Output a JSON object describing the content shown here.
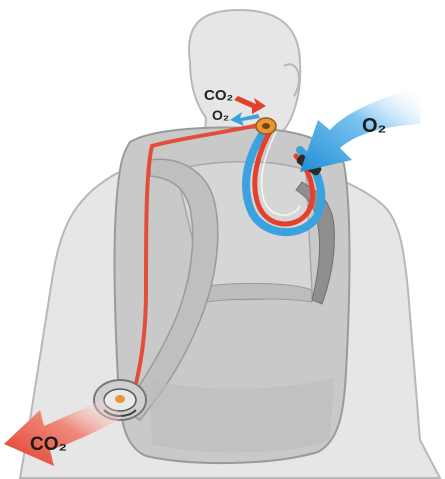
{
  "labels": {
    "co2_mouth": "CO₂",
    "o2_mouth": "O₂",
    "o2_intake": "O₂",
    "co2_exhaust": "CO₂"
  },
  "colors": {
    "body": "#e4e4e4",
    "body_stroke": "#b9b9b9",
    "pack": "#c8c8c8",
    "pack_dark": "#9a9a9a",
    "co2_red": "#e5402b",
    "o2_blue": "#3aa3df",
    "valve_orange": "#e8963a"
  },
  "icons": [
    "torso-silhouette",
    "backpack",
    "breathing-tube",
    "mouthpiece",
    "exhaust-valve"
  ]
}
